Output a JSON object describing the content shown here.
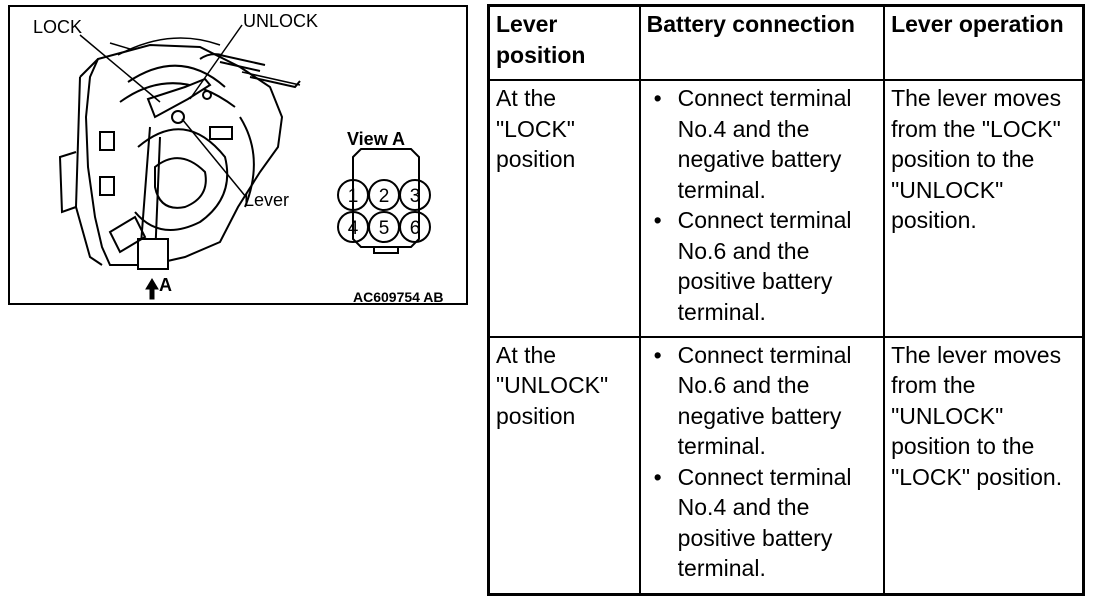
{
  "figure": {
    "label_lock": "LOCK",
    "label_unlock": "UNLOCK",
    "label_lever": "Lever",
    "label_view": "View A",
    "label_arrow": "A",
    "figure_code": "AC609754 AB",
    "connector_pins": [
      "1",
      "2",
      "3",
      "4",
      "5",
      "6"
    ]
  },
  "table": {
    "headers": [
      "Lever position",
      "Battery connection",
      "Lever operation"
    ],
    "rows": [
      {
        "position": "At the \"LOCK\" position",
        "connections": [
          "Connect terminal No.4 and the negative battery terminal.",
          "Connect terminal No.6 and the positive battery terminal."
        ],
        "operation": "The lever moves from the \"LOCK\" position to the \"UNLOCK\" position."
      },
      {
        "position": "At the \"UNLOCK\" position",
        "connections": [
          "Connect terminal No.6 and the negative battery terminal.",
          "Connect terminal No.4 and the positive battery terminal."
        ],
        "operation": "The lever moves from the \"UNLOCK\" position to the \"LOCK\" position."
      }
    ]
  }
}
